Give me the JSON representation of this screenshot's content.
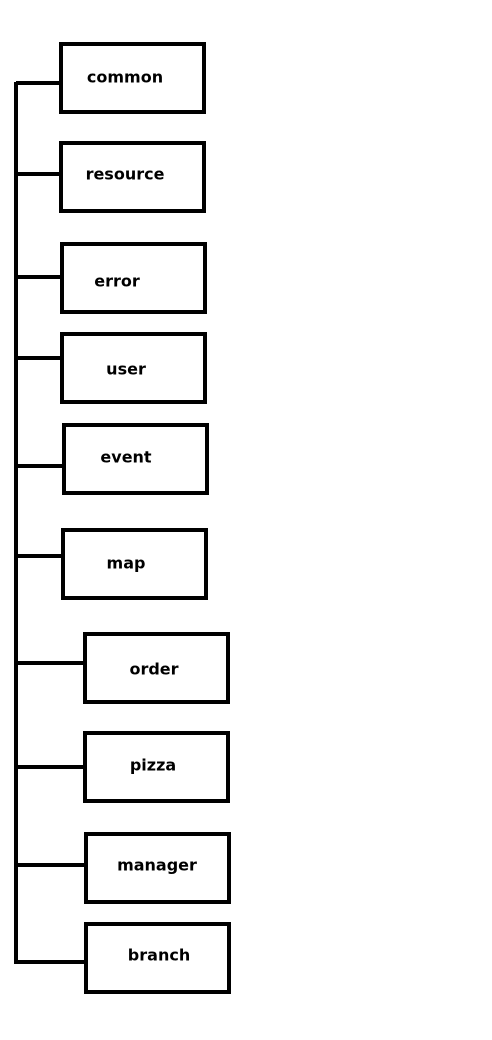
{
  "nodes": [
    {
      "id": "common",
      "label": "common"
    },
    {
      "id": "resource",
      "label": "resource"
    },
    {
      "id": "error",
      "label": "error"
    },
    {
      "id": "user",
      "label": "user"
    },
    {
      "id": "event",
      "label": "event"
    },
    {
      "id": "map",
      "label": "map"
    },
    {
      "id": "order",
      "label": "order"
    },
    {
      "id": "pizza",
      "label": "pizza"
    },
    {
      "id": "manager",
      "label": "manager"
    },
    {
      "id": "branch",
      "label": "branch"
    }
  ],
  "colors": {
    "line": "#000000",
    "box_fill": "#ffffff",
    "text": "#000000"
  }
}
